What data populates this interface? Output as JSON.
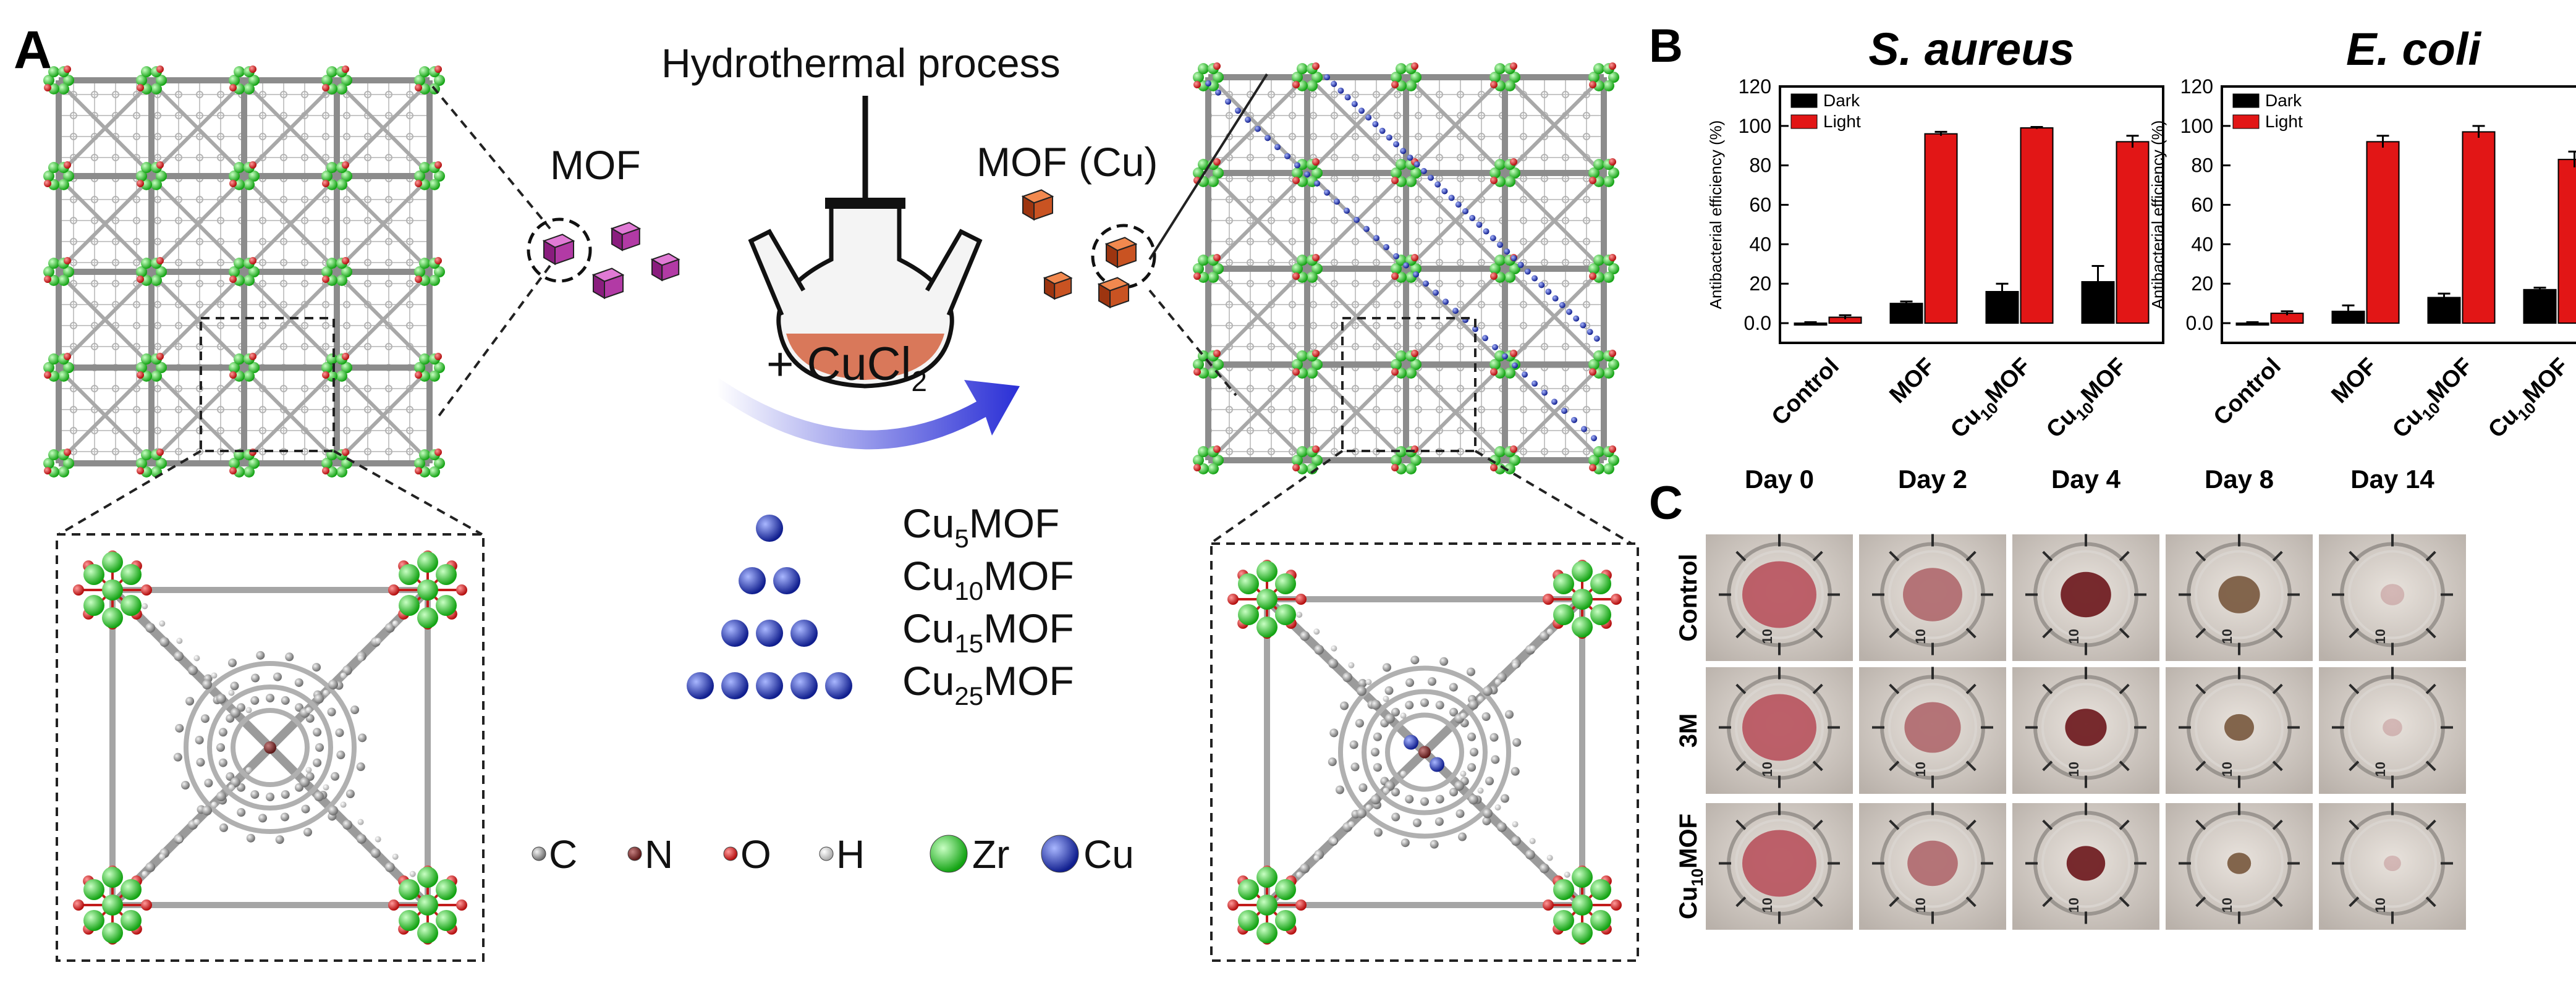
{
  "panel_a": {
    "label": "A",
    "process_title": "Hydrothermal process",
    "mof_label": "MOF",
    "mof_cu_label": "MOF (Cu)",
    "reagent": {
      "prefix": "+ CuCl",
      "sub": "2"
    },
    "variants": [
      {
        "pre": "Cu",
        "sub": "5",
        "post": "MOF",
        "spheres": 1
      },
      {
        "pre": "Cu",
        "sub": "10",
        "post": "MOF",
        "spheres": 2
      },
      {
        "pre": "Cu",
        "sub": "15",
        "post": "MOF",
        "spheres": 3
      },
      {
        "pre": "Cu",
        "sub": "25",
        "post": "MOF",
        "spheres": 5
      }
    ],
    "legend": [
      {
        "symbol": "C",
        "color": "#8a8a8a",
        "size": "small"
      },
      {
        "symbol": "N",
        "color": "#7a2b2b",
        "size": "small"
      },
      {
        "symbol": "O",
        "color": "#d92626",
        "size": "small"
      },
      {
        "symbol": "H",
        "color": "#dcdcdc",
        "size": "small"
      },
      {
        "symbol": "Zr",
        "color": "#2fd12f",
        "size": "large"
      },
      {
        "symbol": "Cu",
        "color": "#2436a8",
        "size": "large"
      }
    ]
  },
  "panel_b": {
    "label": "B",
    "colors": {
      "dark": "#000000",
      "light": "#e21616"
    },
    "chart_data": [
      {
        "type": "bar",
        "title": "S. aureus",
        "ylabel": "Antibacterial efficiency (%)",
        "ylim": [
          -10,
          120
        ],
        "yticks": [
          "0.0",
          "20",
          "40",
          "60",
          "80",
          "100",
          "120"
        ],
        "categories": [
          {
            "pre": "Control",
            "sub": "",
            "post": ""
          },
          {
            "pre": "MOF",
            "sub": "",
            "post": ""
          },
          {
            "pre": "Cu",
            "sub": "10",
            "post": "MOF"
          },
          {
            "pre": "Cu",
            "sub": "10",
            "post": "MOF"
          }
        ],
        "series": [
          {
            "name": "Dark",
            "values": [
              0,
              10,
              16,
              21
            ],
            "errors": [
              0.5,
              1,
              4,
              8
            ]
          },
          {
            "name": "Light",
            "values": [
              3,
              96,
              99,
              92
            ],
            "errors": [
              1,
              1,
              0.5,
              3
            ]
          }
        ],
        "legend_position": "top-left"
      },
      {
        "type": "bar",
        "title": "E. coli",
        "ylabel": "Antibacterial efficiency (%)",
        "ylim": [
          -10,
          120
        ],
        "yticks": [
          "0.0",
          "20",
          "40",
          "60",
          "80",
          "100",
          "120"
        ],
        "categories": [
          {
            "pre": "Control",
            "sub": "",
            "post": ""
          },
          {
            "pre": "MOF",
            "sub": "",
            "post": ""
          },
          {
            "pre": "Cu",
            "sub": "10",
            "post": "MOF"
          },
          {
            "pre": "Cu",
            "sub": "10",
            "post": "MOF"
          }
        ],
        "series": [
          {
            "name": "Dark",
            "values": [
              0,
              6,
              13,
              17
            ],
            "errors": [
              0.5,
              3,
              2,
              1
            ]
          },
          {
            "name": "Light",
            "values": [
              5,
              92,
              97,
              83
            ],
            "errors": [
              1,
              3,
              3,
              4
            ]
          }
        ],
        "legend_position": "top-left"
      }
    ]
  },
  "panel_c": {
    "label": "C",
    "days": [
      "Day 0",
      "Day 2",
      "Day 4",
      "Day 8",
      "Day 14"
    ],
    "groups": [
      {
        "pre": "Control",
        "sub": "",
        "post": ""
      },
      {
        "pre": "3M",
        "sub": "",
        "post": ""
      },
      {
        "pre": "Cu",
        "sub": "10",
        "post": "MOF"
      }
    ],
    "photo_ring_mark": "10",
    "wound_level": [
      [
        1.0,
        0.75,
        0.6,
        0.45,
        0.15
      ],
      [
        1.0,
        0.7,
        0.45,
        0.25,
        0.08
      ],
      [
        1.0,
        0.6,
        0.4,
        0.15,
        0.04
      ]
    ]
  }
}
